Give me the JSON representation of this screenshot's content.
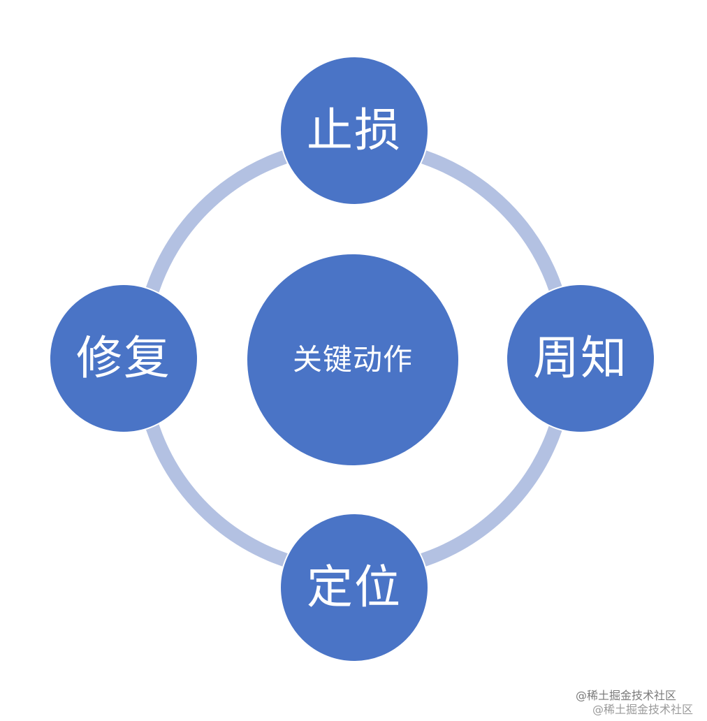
{
  "diagram": {
    "center": {
      "label": "关键动作"
    },
    "nodes": {
      "top": {
        "label": "止损"
      },
      "right": {
        "label": "周知"
      },
      "bottom": {
        "label": "定位"
      },
      "left": {
        "label": "修复"
      }
    },
    "colors": {
      "node_fill": "#4a74c6",
      "ring": "#b3c1e2",
      "text": "#ffffff",
      "background": "#ffffff"
    }
  },
  "watermarks": [
    {
      "text": "@稀土掘金技术社区"
    },
    {
      "text": "@稀土掘金技术社区"
    }
  ]
}
